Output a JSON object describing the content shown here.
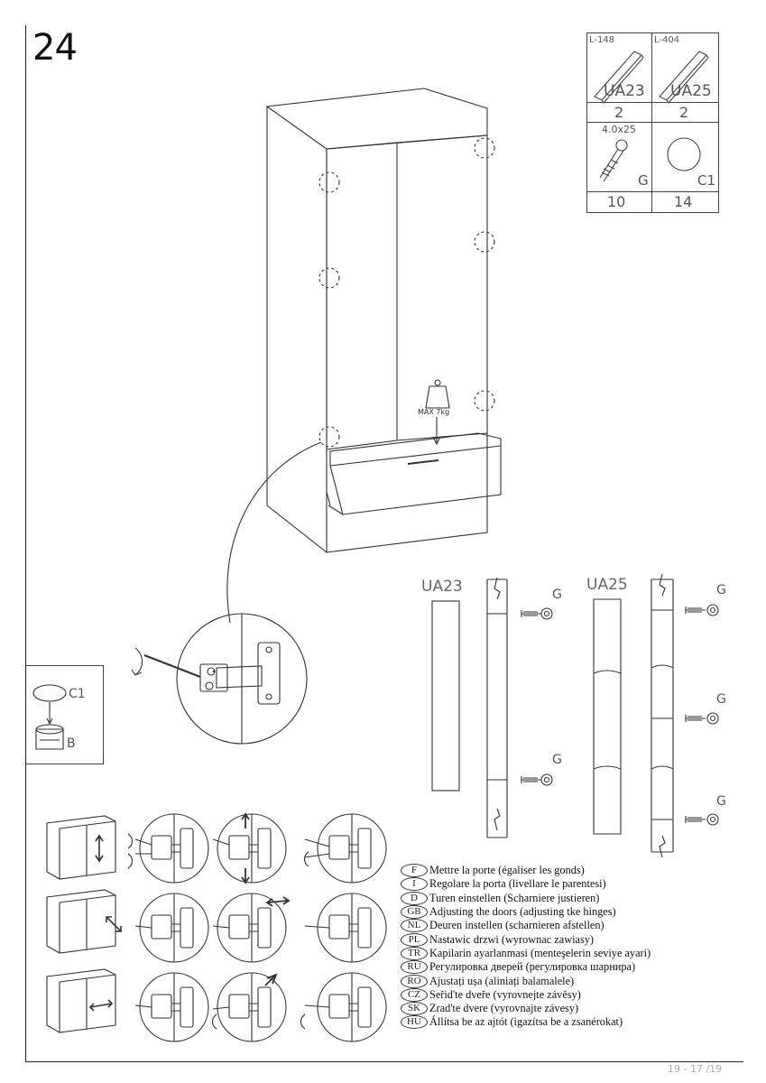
{
  "step_number": "24",
  "parts_table": {
    "items": [
      {
        "length": "L-148",
        "code": "UA23",
        "qty": "2"
      },
      {
        "length": "L-404",
        "code": "UA25",
        "qty": "2"
      },
      {
        "size": "4.0x25",
        "code": "G",
        "qty": "10"
      },
      {
        "code": "C1",
        "qty": "14"
      }
    ]
  },
  "cabinet": {
    "weight_label": "MAX 7kg"
  },
  "left_detail": {
    "cap_label": "C1",
    "cam_label": "B"
  },
  "strip_labels": {
    "ua23": "UA23",
    "ua25": "UA25",
    "screw": "G"
  },
  "instructions": [
    {
      "code": "F",
      "text": "Mettre la porte (égaliser les gonds)"
    },
    {
      "code": "I",
      "text": "Regolare la porta (livellare le parentesi)"
    },
    {
      "code": "D",
      "text": "Turen einstellen (Scharniere justieren)"
    },
    {
      "code": "GB",
      "text": "Adjusting the doors (adjusting tke hinges)"
    },
    {
      "code": "NL",
      "text": "Deuren instellen (scharnieren afstellen)"
    },
    {
      "code": "PL",
      "text": "Nastawic drzwi (wyrownac zawiasy)"
    },
    {
      "code": "TR",
      "text": "Kapilarin ayarlanmasi (menteşelerin seviye ayari)"
    },
    {
      "code": "RU",
      "text": "Регулировка дверей (регулировка шарнира)"
    },
    {
      "code": "RO",
      "text": "Ajustați ușa (aliniați balamalele)"
    },
    {
      "code": "CZ",
      "text": "Seřid'te dveře (vyrovnejte závěsy)"
    },
    {
      "code": "SK",
      "text": "Zrad'te dvere (vyrovnajte závesy)"
    },
    {
      "code": "HU",
      "text": "Állítsa be az ajtót (igazítsa be a zsanérokat)"
    }
  ],
  "page_number": "19 - 17 /19"
}
